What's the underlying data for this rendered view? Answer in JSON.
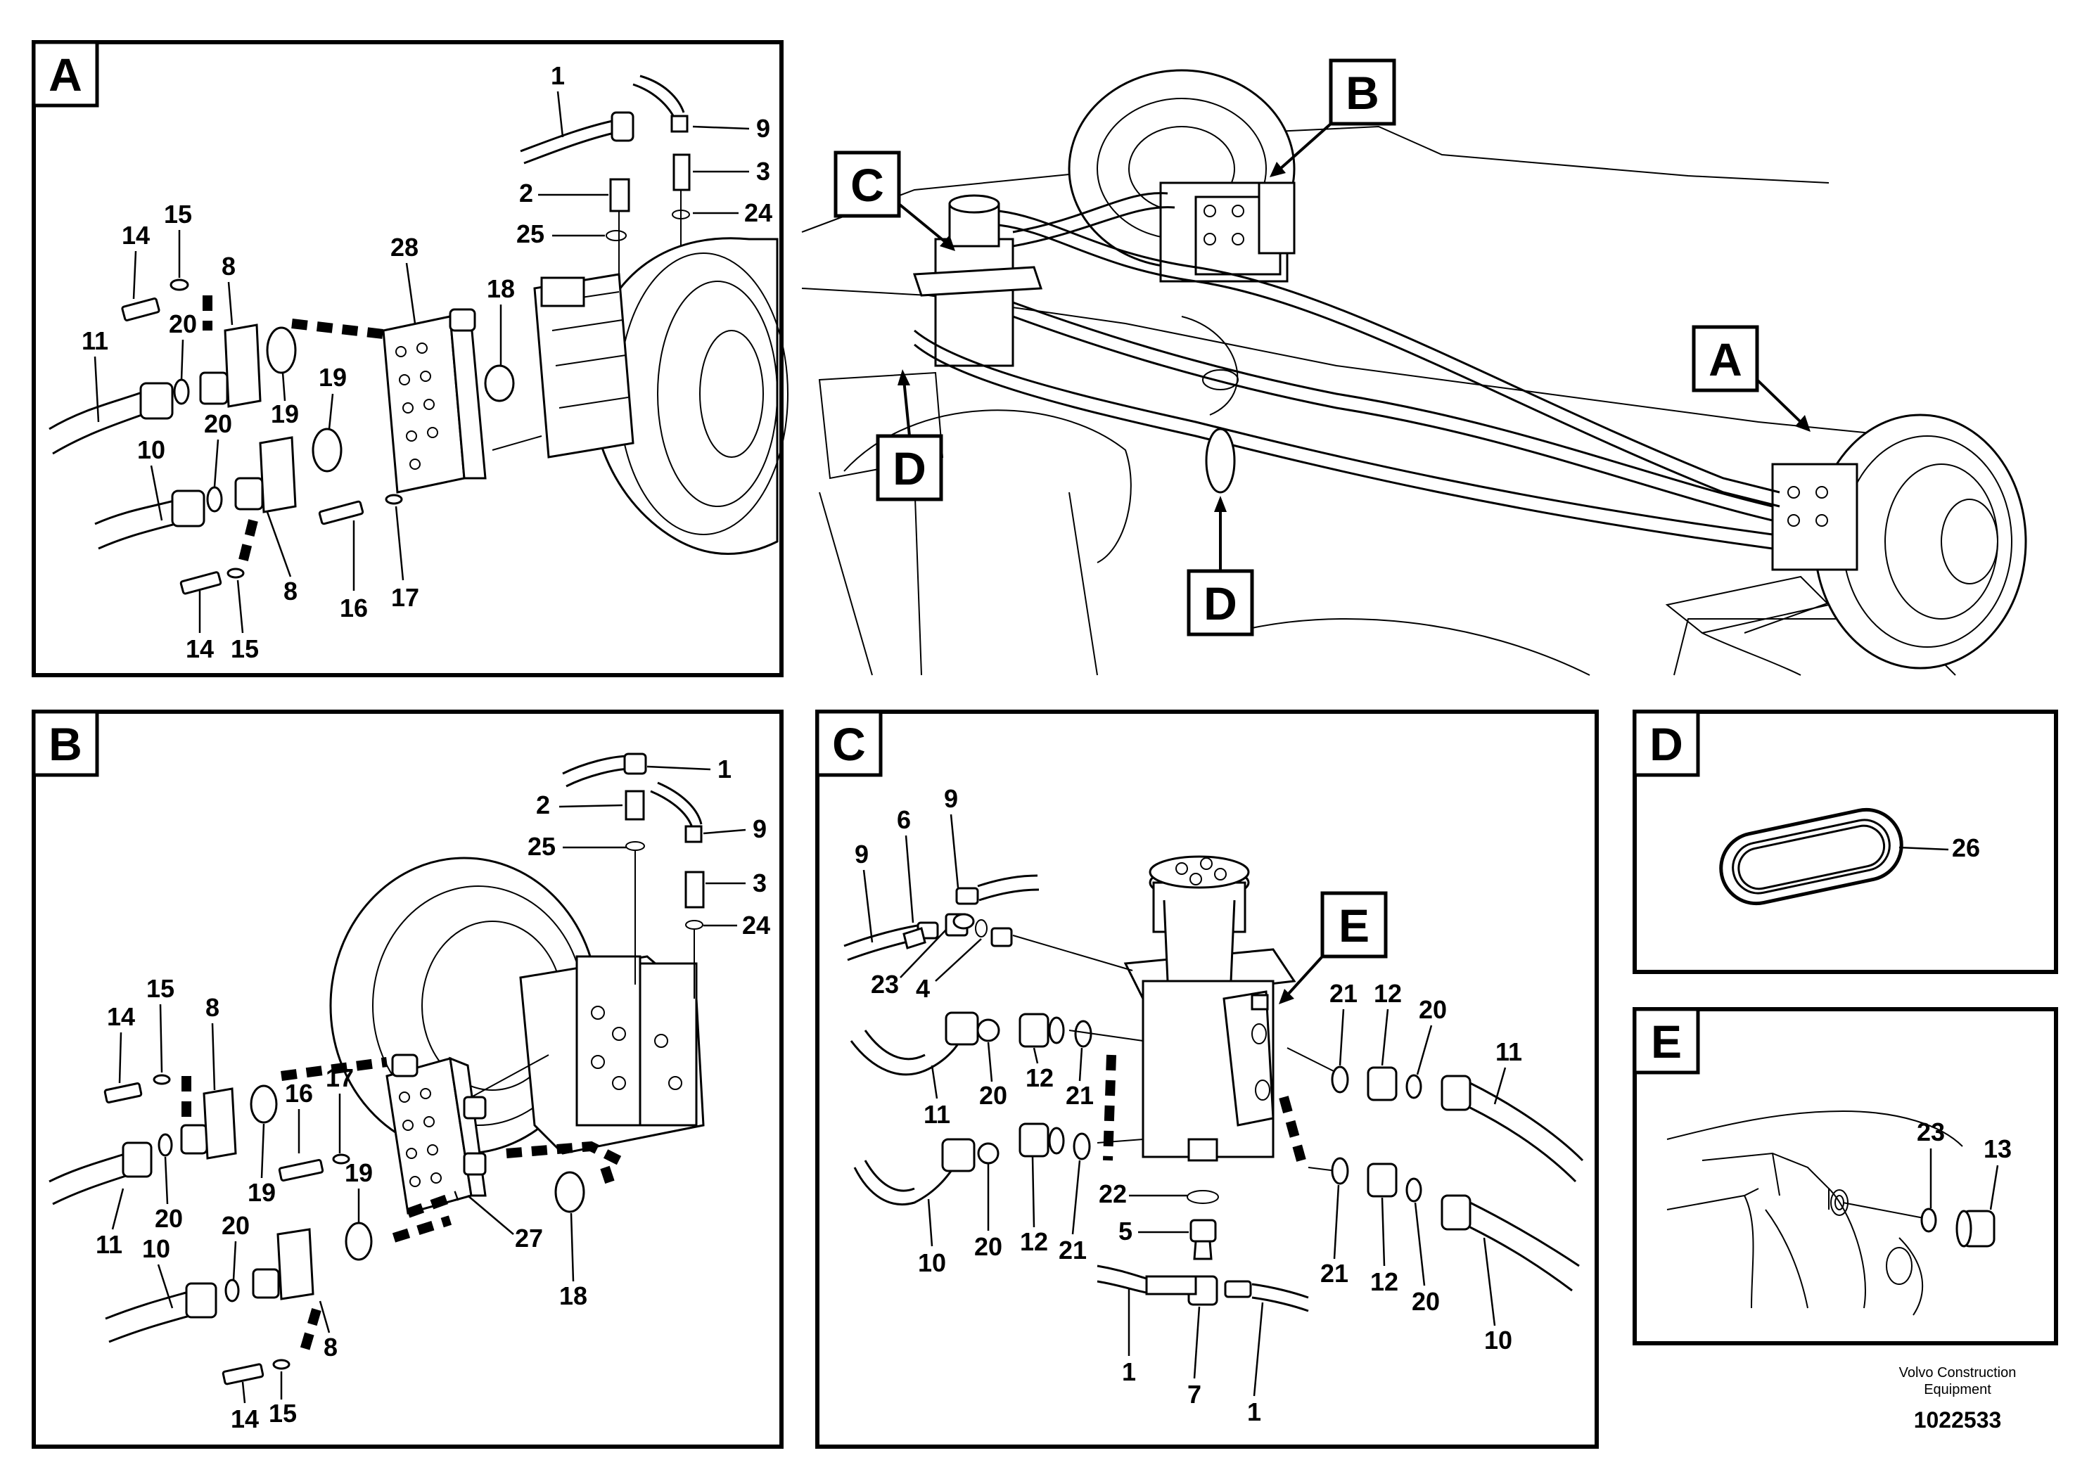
{
  "panels": {
    "A": {
      "tag": "A"
    },
    "B": {
      "tag": "B"
    },
    "C": {
      "tag": "C"
    },
    "D": {
      "tag": "D"
    },
    "E": {
      "tag": "E"
    }
  },
  "overview": {
    "callouts": [
      "B",
      "C",
      "A",
      "D",
      "D"
    ]
  },
  "panel_a": {
    "labels": [
      "1",
      "9",
      "2",
      "3",
      "25",
      "24",
      "14",
      "15",
      "28",
      "8",
      "18",
      "20",
      "11",
      "19",
      "19",
      "10",
      "20",
      "16",
      "17",
      "8",
      "14",
      "15"
    ]
  },
  "panel_b": {
    "labels": [
      "1",
      "2",
      "9",
      "25",
      "3",
      "24",
      "14",
      "15",
      "8",
      "16",
      "17",
      "19",
      "11",
      "20",
      "19",
      "27",
      "20",
      "10",
      "18",
      "8",
      "14",
      "15"
    ]
  },
  "panel_c": {
    "labels": [
      "9",
      "6",
      "9",
      "23",
      "4",
      "E",
      "21",
      "12",
      "20",
      "11",
      "20",
      "12",
      "21",
      "11",
      "22",
      "5",
      "21",
      "12",
      "20",
      "10",
      "20",
      "12",
      "21",
      "10",
      "1",
      "7",
      "1"
    ]
  },
  "panel_d": {
    "labels": [
      "26"
    ]
  },
  "panel_e": {
    "labels": [
      "23",
      "13"
    ]
  },
  "footer": {
    "brand_line1": "Volvo Construction",
    "brand_line2": "Equipment",
    "drawing_number": "1022533"
  }
}
